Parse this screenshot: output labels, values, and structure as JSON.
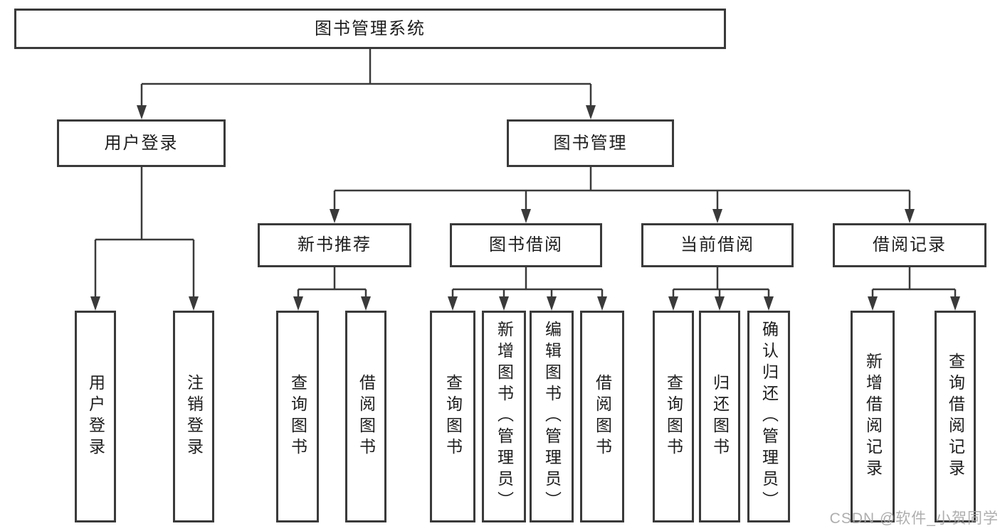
{
  "tree": {
    "label": "图书管理系统",
    "children": [
      {
        "label": "用户登录",
        "children": [
          {
            "label": "用户登录"
          },
          {
            "label": "注销登录"
          }
        ]
      },
      {
        "label": "图书管理",
        "children": [
          {
            "label": "新书推荐",
            "children": [
              {
                "label": "查询图书"
              },
              {
                "label": "借阅图书"
              }
            ]
          },
          {
            "label": "图书借阅",
            "children": [
              {
                "label": "查询图书"
              },
              {
                "label": "新增图书（管理员）"
              },
              {
                "label": "编辑图书（管理员）"
              },
              {
                "label": "借阅图书"
              }
            ]
          },
          {
            "label": "当前借阅",
            "children": [
              {
                "label": "查询图书"
              },
              {
                "label": "归还图书"
              },
              {
                "label": "确认归还（管理员）"
              }
            ]
          },
          {
            "label": "借阅记录",
            "children": [
              {
                "label": "新增借阅记录"
              },
              {
                "label": "查询借阅记录"
              }
            ]
          }
        ]
      }
    ]
  },
  "watermark": {
    "text": "CSDN @软件_小贺同学"
  },
  "colors": {
    "line": "#3a3a3a",
    "ink": "#1d1d1d",
    "watermark": "#a6a6a6",
    "box_bg": "#ffffff"
  }
}
